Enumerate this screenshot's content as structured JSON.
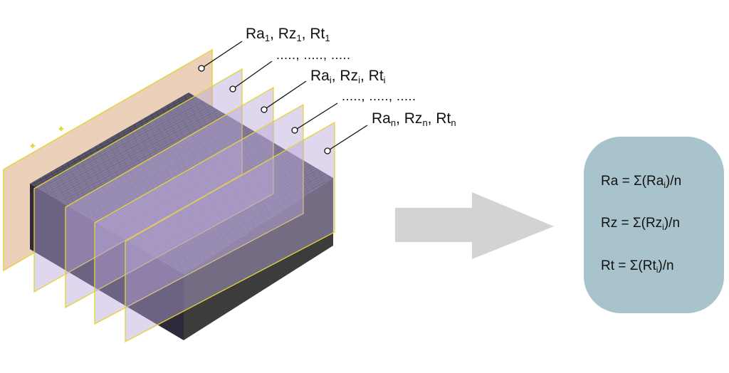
{
  "labels": {
    "first": {
      "ra": "Ra",
      "rz": "Rz",
      "rt": "Rt",
      "sub": "1"
    },
    "ellipsis_1": "....., ....., .....",
    "middle": {
      "ra": "Ra",
      "rz": "Rz",
      "rt": "Rt",
      "sub": "i"
    },
    "ellipsis_2": "....., ....., .....",
    "last": {
      "ra": "Ra",
      "rz": "Rz",
      "rt": "Rt",
      "sub": "n"
    },
    "separator": ", "
  },
  "formulas": [
    {
      "lhs": "Ra = Σ(Ra",
      "sub": "i",
      "rhs": ")/n"
    },
    {
      "lhs": "Rz = Σ(Rz",
      "sub": "i",
      "rhs": ")/n"
    },
    {
      "lhs": "Rt = Σ(Rt",
      "sub": "i",
      "rhs": ")/n"
    }
  ],
  "colors": {
    "first_plane": "#e9c9ae",
    "section_plane": "#b9a6d6",
    "plane_edge": "#e6d23a",
    "block_top": "#4a4858",
    "block_front": "#3c3c3c",
    "block_side": "#2e2a3c",
    "arrow": "#d3d3d3",
    "result_box": "#a9c3cc"
  },
  "icons": {
    "arrow": "right-arrow-icon"
  }
}
